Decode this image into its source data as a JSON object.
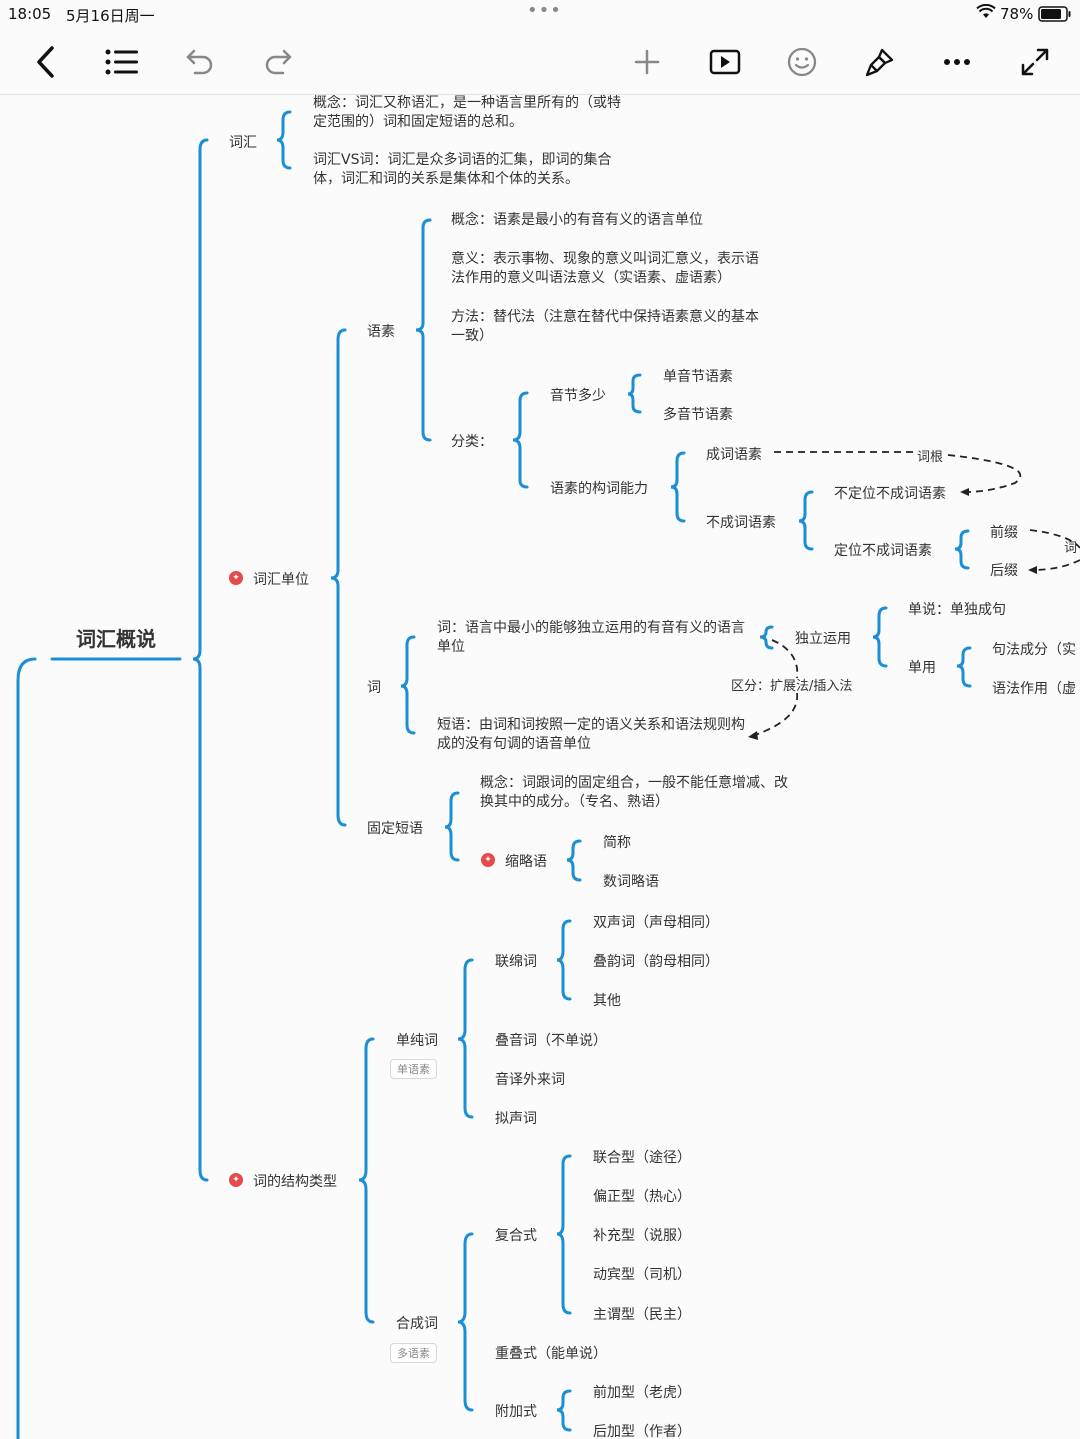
{
  "status": {
    "time": "18:05",
    "date": "5月16日周一",
    "battery": "78%"
  },
  "toolbar": {
    "dots": "•••"
  },
  "map": {
    "root": "词汇概说",
    "cihui": {
      "label": "词汇",
      "concept": "概念：词汇又称语汇，是一种语言里所有的（或特定范围的）词和固定短语的总和。",
      "vs": "词汇VS词：词汇是众多词语的汇集，即词的集合体，词汇和词的关系是集体和个体的关系。"
    },
    "unit": {
      "label": "词汇单位",
      "yusu": {
        "label": "语素",
        "concept": "概念：语素是最小的有音有义的语言单位",
        "meaning": "意义：表示事物、现象的意义叫词汇意义，表示语法作用的意义叫语法意义（实语素、虚语素）",
        "method": "方法：替代法（注意在替代中保持语素意义的基本一致）",
        "classify": "分类：",
        "syllable": "音节多少",
        "single": "单音节语素",
        "multi": "多音节语素",
        "ability": "语素的构词能力",
        "forming": "成词语素",
        "root_word": "词根",
        "nonforming": "不成词语素",
        "unfixed": "不定位不成词语素",
        "fixed": "定位不成词语素",
        "prefix": "前缀",
        "suffix": "后缀",
        "affix_cut": "词"
      },
      "ci": {
        "label": "词",
        "def": "词：语言中最小的能够独立运用的有音有义的语言单位",
        "independent": "独立运用",
        "alone": "单说：单独成句",
        "use": "单用",
        "syntax": "句法成分（实",
        "grammar": "语法作用（虚",
        "distinguish": "区分：扩展法/插入法",
        "phrase": "短语：由词和词按照一定的语义关系和语法规则构成的没有句调的语音单位"
      },
      "fixed_phrase": {
        "label": "固定短语",
        "concept": "概念：词跟词的固定组合，一般不能任意增减、改换其中的成分。（专名、熟语）",
        "abbr": "缩略语",
        "short": "简称",
        "num": "数词略语"
      }
    },
    "structure": {
      "label": "词的结构类型",
      "simple": {
        "label": "单纯词",
        "badge": "单语素",
        "lianmian": "联绵词",
        "shuangsheng": "双声词（声母相同）",
        "dieyun": "叠韵词（韵母相同）",
        "other": "其他",
        "dieyin": "叠音词（不单说）",
        "foreign": "音译外来词",
        "onomato": "拟声词"
      },
      "compound": {
        "label": "合成词",
        "badge": "多语素",
        "fuhe": "复合式",
        "lianhe": "联合型（途径）",
        "pianzheng": "偏正型（热心）",
        "buchong": "补充型（说服）",
        "dongbin": "动宾型（司机）",
        "zhuwei": "主谓型（民主）",
        "chongdie": "重叠式（能单说）",
        "fujia": "附加式",
        "qianjia": "前加型（老虎）",
        "houjia": "后加型（作者）"
      }
    }
  },
  "colors": {
    "branch": "#1a8fd6",
    "star": "#e54b4b",
    "text": "#333333"
  }
}
